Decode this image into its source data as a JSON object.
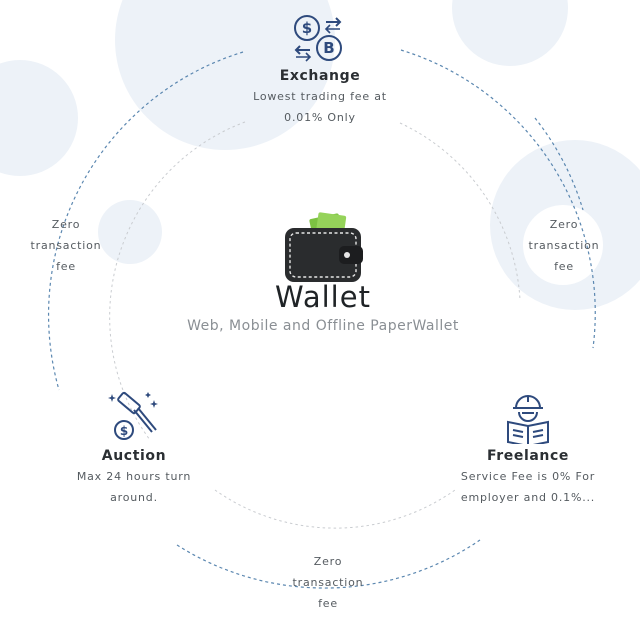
{
  "center": {
    "title": "Wallet",
    "subtitle": "Web, Mobile and Offline PaperWallet"
  },
  "features": {
    "exchange": {
      "title": "Exchange",
      "desc_line1": "Lowest trading fee at",
      "desc_line2": "0.01% Only"
    },
    "auction": {
      "title": "Auction",
      "desc_line1": "Max 24 hours turn",
      "desc_line2": "around."
    },
    "freelance": {
      "title": "Freelance",
      "desc_line1": "Service Fee is 0% For",
      "desc_line2": "employer and 0.1%..."
    }
  },
  "zero_fee": {
    "line1": "Zero",
    "line2": "transaction",
    "line3": "fee"
  },
  "colors": {
    "icon_blue": "#2e4a7d",
    "ring_blue": "#5b87b0",
    "ring_gray": "#c9ccd0",
    "bg_bubble": "#edf2f8",
    "wallet_green": "#7cc242"
  },
  "icons": {
    "exchange": "currency-exchange-icon",
    "auction": "auction-gavel-icon",
    "freelance": "freelancer-worker-icon",
    "wallet": "wallet-icon"
  }
}
